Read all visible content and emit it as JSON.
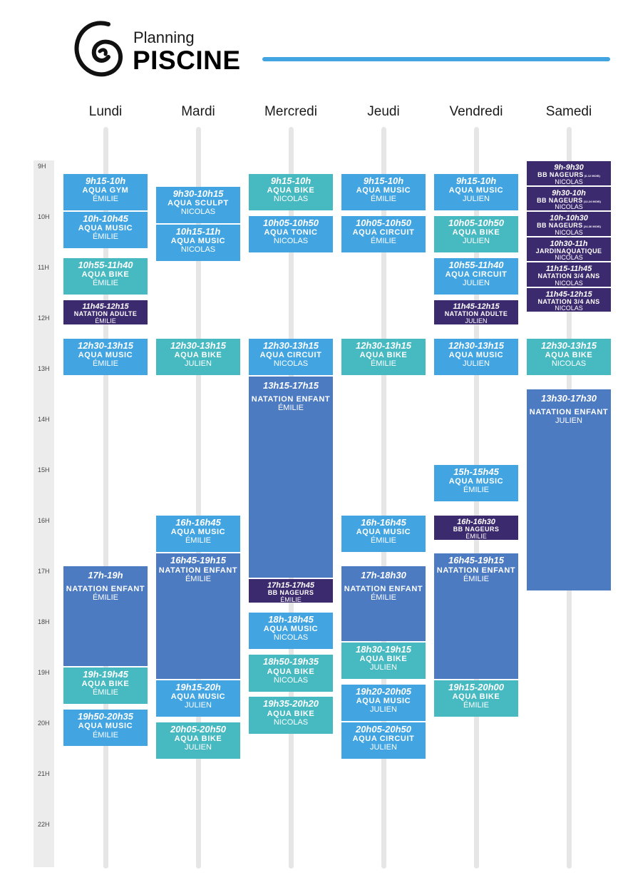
{
  "header": {
    "title_small": "Planning",
    "title_big": "PISCINE"
  },
  "days": [
    "Lundi",
    "Mardi",
    "Mercredi",
    "Jeudi",
    "Vendredi",
    "Samedi"
  ],
  "hours": [
    "9H",
    "10H",
    "11H",
    "12H",
    "13H",
    "14H",
    "15H",
    "16H",
    "17H",
    "18H",
    "19H",
    "20H",
    "21H",
    "22H"
  ],
  "colors": {
    "blue": "#42a5e1",
    "teal": "#47b9c1",
    "dark": "#3c2a6e",
    "royal": "#4d7bc2",
    "track": "#e6e6e6",
    "hour_column": "#ececec"
  },
  "schedule": [
    {
      "day": 0,
      "start": "9:15",
      "end": "10:00",
      "color": "blue",
      "time": "9h15-10h",
      "activity": "AQUA GYM",
      "instructor": "ÉMILIE"
    },
    {
      "day": 0,
      "start": "10:00",
      "end": "10:45",
      "color": "blue",
      "time": "10h-10h45",
      "activity": "AQUA MUSIC",
      "instructor": "ÉMILIE"
    },
    {
      "day": 0,
      "start": "10:55",
      "end": "11:40",
      "color": "teal",
      "time": "10h55-11h40",
      "activity": "AQUA BIKE",
      "instructor": "ÉMILIE"
    },
    {
      "day": 0,
      "start": "11:45",
      "end": "12:15",
      "color": "dark",
      "size": "sm",
      "time": "11h45-12h15",
      "activity": "NATATION ADULTE",
      "instructor": "ÉMILIE"
    },
    {
      "day": 0,
      "start": "12:30",
      "end": "13:15",
      "color": "blue",
      "time": "12h30-13h15",
      "activity": "AQUA MUSIC",
      "instructor": "ÉMILIE"
    },
    {
      "day": 0,
      "start": "17:00",
      "end": "19:00",
      "color": "royal",
      "tall": true,
      "time": "17h-19h",
      "activity": "NATATION ENFANT",
      "instructor": "ÉMILIE"
    },
    {
      "day": 0,
      "start": "19:00",
      "end": "19:45",
      "color": "teal",
      "time": "19h-19h45",
      "activity": "AQUA BIKE",
      "instructor": "ÉMILIE"
    },
    {
      "day": 0,
      "start": "19:50",
      "end": "20:35",
      "color": "blue",
      "time": "19h50-20h35",
      "activity": "AQUA MUSIC",
      "instructor": "ÉMILIE"
    },
    {
      "day": 1,
      "start": "9:30",
      "end": "10:15",
      "color": "blue",
      "time": "9h30-10h15",
      "activity": "AQUA SCULPT",
      "instructor": "NICOLAS"
    },
    {
      "day": 1,
      "start": "10:15",
      "end": "11:00",
      "color": "blue",
      "time": "10h15-11h",
      "activity": "AQUA MUSIC",
      "instructor": "NICOLAS"
    },
    {
      "day": 1,
      "start": "12:30",
      "end": "13:15",
      "color": "teal",
      "time": "12h30-13h15",
      "activity": "AQUA BIKE",
      "instructor": "JULIEN"
    },
    {
      "day": 1,
      "start": "16:00",
      "end": "16:45",
      "color": "blue",
      "time": "16h-16h45",
      "activity": "AQUA MUSIC",
      "instructor": "ÉMILIE"
    },
    {
      "day": 1,
      "start": "16:45",
      "end": "19:15",
      "color": "royal",
      "time": "16h45-19h15",
      "activity": "NATATION ENFANT",
      "instructor": "ÉMILIE"
    },
    {
      "day": 1,
      "start": "19:15",
      "end": "20:00",
      "color": "blue",
      "time": "19h15-20h",
      "activity": "AQUA MUSIC",
      "instructor": "JULIEN"
    },
    {
      "day": 1,
      "start": "20:05",
      "end": "20:50",
      "color": "teal",
      "time": "20h05-20h50",
      "activity": "AQUA BIKE",
      "instructor": "JULIEN"
    },
    {
      "day": 2,
      "start": "9:15",
      "end": "10:00",
      "color": "teal",
      "time": "9h15-10h",
      "activity": "AQUA BIKE",
      "instructor": "NICOLAS"
    },
    {
      "day": 2,
      "start": "10:05",
      "end": "10:50",
      "color": "blue",
      "time": "10h05-10h50",
      "activity": "AQUA TONIC",
      "instructor": "NICOLAS"
    },
    {
      "day": 2,
      "start": "12:30",
      "end": "13:15",
      "color": "blue",
      "time": "12h30-13h15",
      "activity": "AQUA CIRCUIT",
      "instructor": "NICOLAS"
    },
    {
      "day": 2,
      "start": "13:15",
      "end": "17:15",
      "color": "royal",
      "tall": true,
      "time": "13h15-17h15",
      "activity": "NATATION ENFANT",
      "instructor": "ÉMILIE"
    },
    {
      "day": 2,
      "start": "17:15",
      "end": "17:45",
      "color": "dark",
      "size": "sm",
      "time": "17h15-17h45",
      "activity": "BB NAGEURS",
      "instructor": "ÉMILIE"
    },
    {
      "day": 2,
      "start": "17:55",
      "end": "18:40",
      "color": "blue",
      "time": "18h-18h45",
      "activity": "AQUA MUSIC",
      "instructor": "NICOLAS"
    },
    {
      "day": 2,
      "start": "18:45",
      "end": "19:30",
      "color": "teal",
      "time": "18h50-19h35",
      "activity": "AQUA BIKE",
      "instructor": "NICOLAS"
    },
    {
      "day": 2,
      "start": "19:35",
      "end": "20:20",
      "color": "teal",
      "time": "19h35-20h20",
      "activity": "AQUA BIKE",
      "instructor": "NICOLAS"
    },
    {
      "day": 3,
      "start": "9:15",
      "end": "10:00",
      "color": "blue",
      "time": "9h15-10h",
      "activity": "AQUA MUSIC",
      "instructor": "ÉMILIE"
    },
    {
      "day": 3,
      "start": "10:05",
      "end": "10:50",
      "color": "blue",
      "time": "10h05-10h50",
      "activity": "AQUA CIRCUIT",
      "instructor": "ÉMILIE"
    },
    {
      "day": 3,
      "start": "12:30",
      "end": "13:15",
      "color": "teal",
      "time": "12h30-13h15",
      "activity": "AQUA BIKE",
      "instructor": "ÉMILIE"
    },
    {
      "day": 3,
      "start": "16:00",
      "end": "16:45",
      "color": "blue",
      "time": "16h-16h45",
      "activity": "AQUA MUSIC",
      "instructor": "ÉMILIE"
    },
    {
      "day": 3,
      "start": "17:00",
      "end": "18:30",
      "color": "royal",
      "tall": true,
      "time": "17h-18h30",
      "activity": "NATATION ENFANT",
      "instructor": "ÉMILIE"
    },
    {
      "day": 3,
      "start": "18:30",
      "end": "19:15",
      "color": "teal",
      "time": "18h30-19h15",
      "activity": "AQUA BIKE",
      "instructor": "JULIEN"
    },
    {
      "day": 3,
      "start": "19:20",
      "end": "20:05",
      "color": "blue",
      "time": "19h20-20h05",
      "activity": "AQUA MUSIC",
      "instructor": "JULIEN"
    },
    {
      "day": 3,
      "start": "20:05",
      "end": "20:50",
      "color": "blue",
      "time": "20h05-20h50",
      "activity": "AQUA CIRCUIT",
      "instructor": "JULIEN"
    },
    {
      "day": 4,
      "start": "9:15",
      "end": "10:00",
      "color": "blue",
      "time": "9h15-10h",
      "activity": "AQUA MUSIC",
      "instructor": "JULIEN"
    },
    {
      "day": 4,
      "start": "10:05",
      "end": "10:50",
      "color": "teal",
      "time": "10h05-10h50",
      "activity": "AQUA BIKE",
      "instructor": "JULIEN"
    },
    {
      "day": 4,
      "start": "10:55",
      "end": "11:40",
      "color": "blue",
      "time": "10h55-11h40",
      "activity": "AQUA CIRCUIT",
      "instructor": "JULIEN"
    },
    {
      "day": 4,
      "start": "11:45",
      "end": "12:15",
      "color": "dark",
      "size": "sm",
      "time": "11h45-12h15",
      "activity": "NATATION ADULTE",
      "instructor": "JULIEN"
    },
    {
      "day": 4,
      "start": "12:30",
      "end": "13:15",
      "color": "blue",
      "time": "12h30-13h15",
      "activity": "AQUA MUSIC",
      "instructor": "JULIEN"
    },
    {
      "day": 4,
      "start": "15:00",
      "end": "15:45",
      "color": "blue",
      "time": "15h-15h45",
      "activity": "AQUA MUSIC",
      "instructor": "ÉMILIE"
    },
    {
      "day": 4,
      "start": "16:00",
      "end": "16:30",
      "color": "dark",
      "size": "sm",
      "time": "16h-16h30",
      "activity": "BB NAGEURS",
      "instructor": "ÉMILIE"
    },
    {
      "day": 4,
      "start": "16:45",
      "end": "19:15",
      "color": "royal",
      "time": "16h45-19h15",
      "activity": "NATATION ENFANT",
      "instructor": "ÉMILIE"
    },
    {
      "day": 4,
      "start": "19:15",
      "end": "20:00",
      "color": "teal",
      "time": "19h15-20h00",
      "activity": "AQUA BIKE",
      "instructor": "ÉMILIE"
    },
    {
      "day": 5,
      "start": "9:00",
      "end": "9:30",
      "color": "dark",
      "size": "sm",
      "time": "9h-9h30",
      "activity": "BB NAGEURS",
      "note": "(6-12 MOIS)",
      "instructor": "NICOLAS"
    },
    {
      "day": 5,
      "start": "9:30",
      "end": "10:00",
      "color": "dark",
      "size": "sm",
      "time": "9h30-10h",
      "activity": "BB NAGEURS",
      "note": "(12-24 MOIS)",
      "instructor": "NICOLAS"
    },
    {
      "day": 5,
      "start": "10:00",
      "end": "10:30",
      "color": "dark",
      "size": "sm",
      "time": "10h-10h30",
      "activity": "BB NAGEURS",
      "note": "(24-36 MOIS)",
      "instructor": "NICOLAS"
    },
    {
      "day": 5,
      "start": "10:30",
      "end": "11:00",
      "color": "dark",
      "size": "sm",
      "time": "10h30-11h",
      "activity": "JARDINAQUATIQUE",
      "instructor": "NICOLAS"
    },
    {
      "day": 5,
      "start": "11:00",
      "end": "11:30",
      "color": "dark",
      "size": "sm",
      "time": "11h15-11h45",
      "activity": "NATATION 3/4 ANS",
      "instructor": "NICOLAS"
    },
    {
      "day": 5,
      "start": "11:30",
      "end": "12:00",
      "color": "dark",
      "size": "sm",
      "time": "11h45-12h15",
      "activity": "NATATION 3/4 ANS",
      "instructor": "NICOLAS"
    },
    {
      "day": 5,
      "start": "12:30",
      "end": "13:15",
      "color": "teal",
      "time": "12h30-13h15",
      "activity": "AQUA BIKE",
      "instructor": "NICOLAS"
    },
    {
      "day": 5,
      "start": "13:30",
      "end": "17:30",
      "color": "royal",
      "tall": true,
      "time": "13h30-17h30",
      "activity": "NATATION ENFANT",
      "instructor": "JULIEN"
    }
  ]
}
